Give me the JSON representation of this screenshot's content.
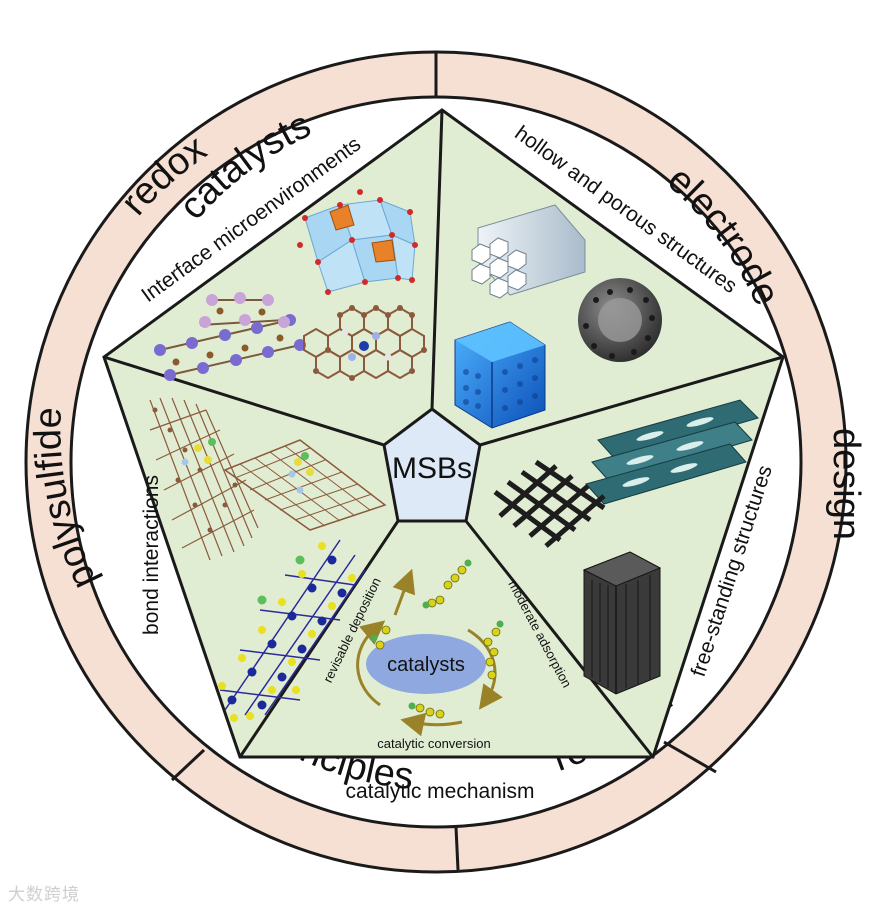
{
  "ring": {
    "words": [
      "catalysts",
      "electrode",
      "design",
      "principles",
      "reaction",
      "polysulfide",
      "redox"
    ],
    "fill_color": "#f6dfd3",
    "stroke_color": "#1a1a1a"
  },
  "pentagon": {
    "fill_color": "#e1edd3",
    "stroke_color": "#1a1a1a"
  },
  "center": {
    "label": "MSBs",
    "fill_color": "#dde9f6"
  },
  "sectors": {
    "interface": "Interface microenvironments",
    "hollow": "hollow and porous structures",
    "free_standing": "free-standing structures",
    "mechanism": "catalytic mechanism",
    "bond": "bond interactions"
  },
  "mechanism": {
    "catalysts": "catalysts",
    "revisable": "revisable deposition",
    "moderate": "moderate adsorption",
    "conversion": "catalytic conversion",
    "ellipse_color": "#8fa9e0",
    "arrow_color": "#9a8228"
  },
  "watermark": "大数跨境"
}
